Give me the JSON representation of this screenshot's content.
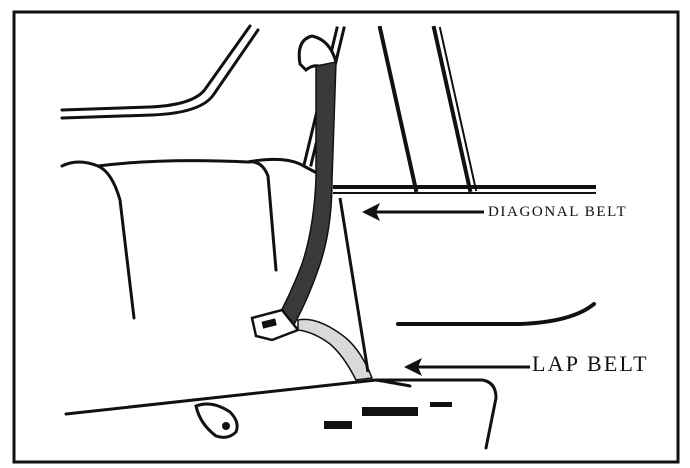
{
  "figure": {
    "subject": "seat-belt-diagram",
    "colors": {
      "ink": "#111111",
      "belt": "#3a3a3a",
      "belt_light": "#d9d9d9",
      "background": "#ffffff"
    }
  },
  "callouts": {
    "diagonal_belt": "DIAGONAL BELT",
    "lap_belt": "LAP BELT"
  }
}
